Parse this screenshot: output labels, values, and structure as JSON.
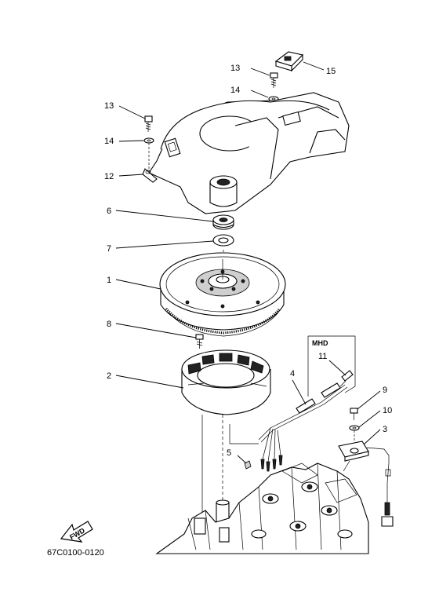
{
  "callouts": [
    {
      "id": "c15",
      "text": "15"
    },
    {
      "id": "c13a",
      "text": "13"
    },
    {
      "id": "c14a",
      "text": "14"
    },
    {
      "id": "c13b",
      "text": "13"
    },
    {
      "id": "c14b",
      "text": "14"
    },
    {
      "id": "c12",
      "text": "12"
    },
    {
      "id": "c6",
      "text": "6"
    },
    {
      "id": "c7",
      "text": "7"
    },
    {
      "id": "c1",
      "text": "1"
    },
    {
      "id": "c8",
      "text": "8"
    },
    {
      "id": "c2",
      "text": "2"
    },
    {
      "id": "c4",
      "text": "4"
    },
    {
      "id": "c5",
      "text": "5"
    },
    {
      "id": "c11",
      "text": "11"
    },
    {
      "id": "c9",
      "text": "9"
    },
    {
      "id": "c10",
      "text": "10"
    },
    {
      "id": "c3",
      "text": "3"
    }
  ],
  "inset_title": "MHD",
  "fwd_label": "FWD",
  "diagram_code": "67C0100-0120"
}
